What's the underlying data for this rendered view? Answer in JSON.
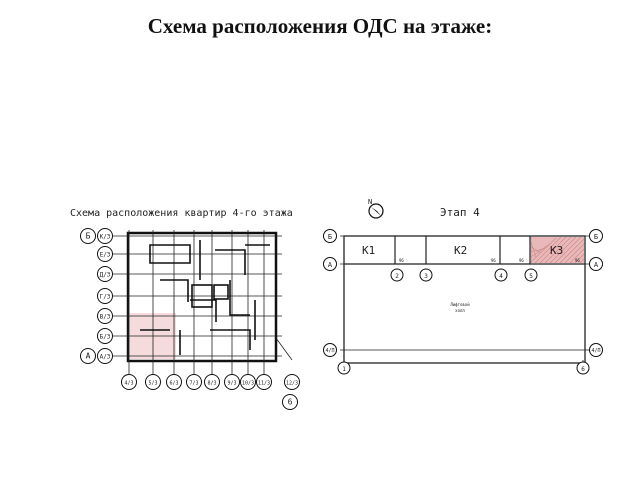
{
  "page": {
    "title": "Схема расположения ОДС на этаже:"
  },
  "left_plan": {
    "caption": "Схема расположения квартир 4-го этажа",
    "row_axes": [
      "Б",
      "К/3",
      "Е/3",
      "Д/3",
      "Г/3",
      "В/3",
      "Б/3",
      "А/3",
      "А"
    ],
    "col_axes": [
      "4/3",
      "5/3",
      "6/3",
      "7/3",
      "8/3",
      "9/3",
      "10/3",
      "11/3",
      "12/3",
      "6"
    ]
  },
  "right_plan": {
    "title": "Этап 4",
    "top_axes": [
      "Б",
      "А"
    ],
    "bottom_left_axes": [
      "4/П",
      "1"
    ],
    "bottom_right_axes": [
      "4/П",
      "6"
    ],
    "col_axes": [
      "2",
      "3",
      "4",
      "5"
    ],
    "dim_marks": [
      "96",
      "96",
      "96",
      "96"
    ],
    "apartments": [
      "К1",
      "К2",
      "К3"
    ],
    "center_note": [
      "Лифтовой",
      "холл"
    ],
    "highlight_color": "#e9b8b8"
  },
  "north_arrow": "N"
}
